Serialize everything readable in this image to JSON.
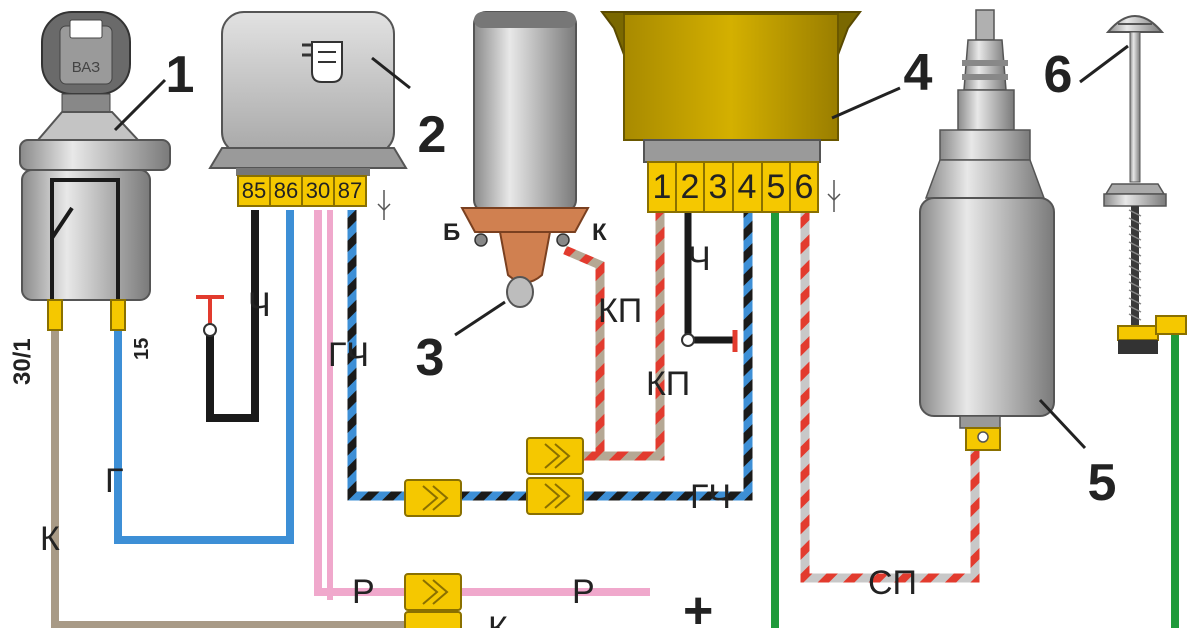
{
  "labels": {
    "item1": "1",
    "item2": "2",
    "item3": "3",
    "item4": "4",
    "item5": "5",
    "item6": "6",
    "key_brand": "ВАЗ",
    "switch_pin_left": "30/1",
    "switch_pin_right": "15",
    "coil_b": "Б",
    "coil_k": "К",
    "relay_pins": [
      "85",
      "86",
      "30",
      "87"
    ],
    "block_pins": [
      "1",
      "2",
      "3",
      "4",
      "5",
      "6"
    ],
    "wire_ch_relay": "Ч",
    "wire_ch_block": "Ч",
    "wire_gch_left": "ГЧ",
    "wire_gch_right": "ГЧ",
    "wire_kp_top": "КП",
    "wire_kp_bottom": "КП",
    "wire_g": "Г",
    "wire_k_left": "К",
    "wire_k_bottom": "К",
    "wire_r_left": "Р",
    "wire_r_right": "Р",
    "wire_sp": "СП",
    "plus": "+"
  },
  "colors": {
    "yellow": "#f5c800",
    "olive": "#c9a400",
    "brown": "#a89a86",
    "blue": "#3d8fd6",
    "pink": "#f0a8cc",
    "black": "#1a1a1a",
    "red": "#e23b2e",
    "green": "#1f9a3a",
    "gray": "#b8b8b8"
  }
}
